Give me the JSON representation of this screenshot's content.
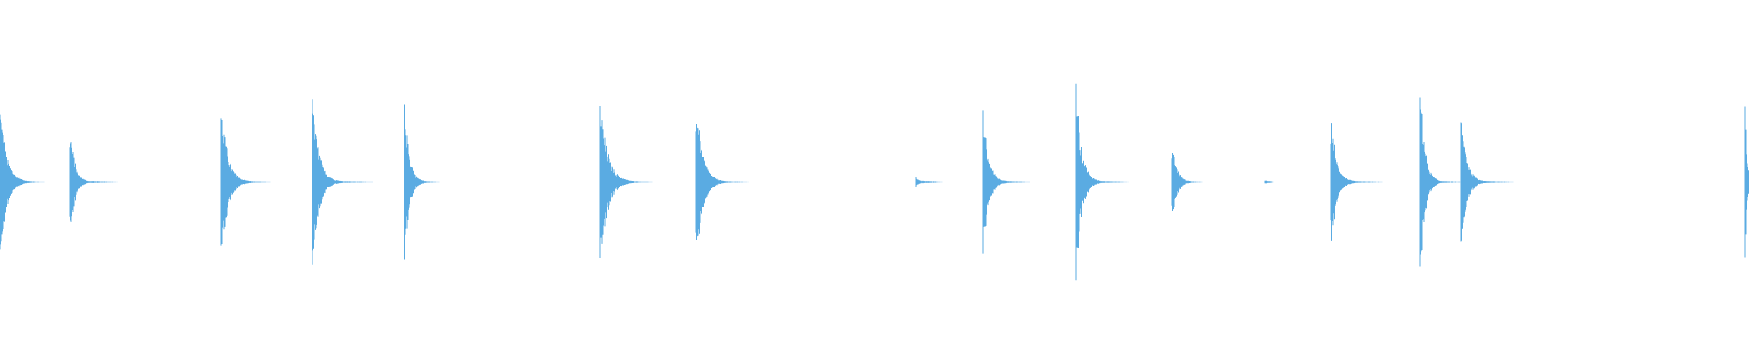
{
  "waveform": {
    "color": "#5aabe2",
    "duration_s": 19.2,
    "peak_scale": 1.0,
    "events": [
      {
        "t": 0.0,
        "amp": 0.44,
        "length_s": 0.48,
        "decay": 0.07
      },
      {
        "t": 0.77,
        "amp": 0.31,
        "length_s": 0.55,
        "decay": 0.05
      },
      {
        "t": 2.43,
        "amp": 0.44,
        "length_s": 0.56,
        "decay": 0.07
      },
      {
        "t": 3.43,
        "amp": 0.47,
        "length_s": 0.7,
        "decay": 0.07
      },
      {
        "t": 4.44,
        "amp": 0.48,
        "length_s": 0.4,
        "decay": 0.05
      },
      {
        "t": 6.59,
        "amp": 0.46,
        "length_s": 0.6,
        "decay": 0.08
      },
      {
        "t": 7.64,
        "amp": 0.47,
        "length_s": 0.6,
        "decay": 0.07
      },
      {
        "t": 10.06,
        "amp": 0.03,
        "length_s": 0.3,
        "decay": 0.03
      },
      {
        "t": 10.79,
        "amp": 0.4,
        "length_s": 0.55,
        "decay": 0.06
      },
      {
        "t": 11.81,
        "amp": 0.57,
        "length_s": 0.6,
        "decay": 0.06
      },
      {
        "t": 12.87,
        "amp": 0.22,
        "length_s": 0.35,
        "decay": 0.05
      },
      {
        "t": 13.89,
        "amp": 0.005,
        "length_s": 0.1,
        "decay": 0.02
      },
      {
        "t": 14.61,
        "amp": 0.38,
        "length_s": 0.6,
        "decay": 0.06
      },
      {
        "t": 15.59,
        "amp": 0.57,
        "length_s": 0.5,
        "decay": 0.05
      },
      {
        "t": 16.04,
        "amp": 0.39,
        "length_s": 0.6,
        "decay": 0.06
      },
      {
        "t": 19.16,
        "amp": 0.49,
        "length_s": 0.04,
        "decay": 0.02
      }
    ]
  }
}
